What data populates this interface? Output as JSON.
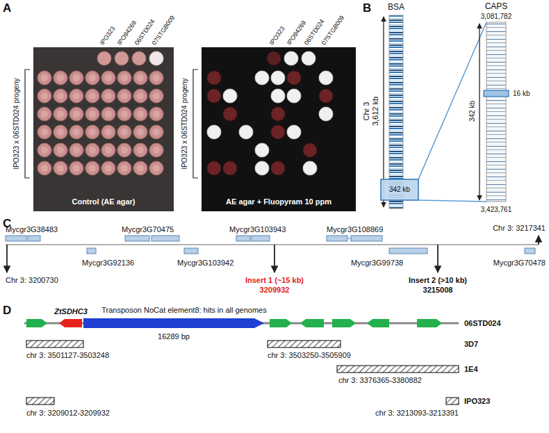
{
  "diagram": {
    "labels": [
      "A",
      "IPO323",
      "IPO94269",
      "06STD024",
      "07STGB009",
      "IPO323 x 06STD024 progeny",
      "Control (AE agar)",
      "IPO323",
      "IPO94269",
      "06STD024",
      "07STGB009",
      "IPO323 x 06STD024 progeny",
      "AE agar + Fluopyram 10 ppm",
      "B",
      "BSA",
      "CAPS",
      "3,081,782",
      "Chr 3",
      "3,612 kb",
      "342 kb",
      "342 kb",
      "16 kb",
      "3,423,761",
      "C",
      "Mycgr3G38483",
      "Mycgr3G70475",
      "Mycgr3G103943",
      "Mycgr3G108869",
      "Chr 3: 3217341",
      "Mycgr3G92136",
      "Mycgr3G103942",
      "Mycgr3G99738",
      "Mycgr3G70478",
      "Chr 3: 3200730",
      "Insert 1 (~15 kb)",
      "3209932",
      "Insert 2 (>10 kb)",
      "3215008",
      "D",
      "ZtSDHC3",
      "Transposon NoCat element8: hits in all genomes",
      "16289 bp",
      "06STD024",
      "3D7",
      "chr 3: 3501127-3503248",
      "chr 3: 3503250-3505909",
      "1E4",
      "chr 3: 3376365-3380882",
      "IPO323",
      "chr 3: 3209012-3209932",
      "chr 3: 3213093-3213391"
    ]
  }
}
